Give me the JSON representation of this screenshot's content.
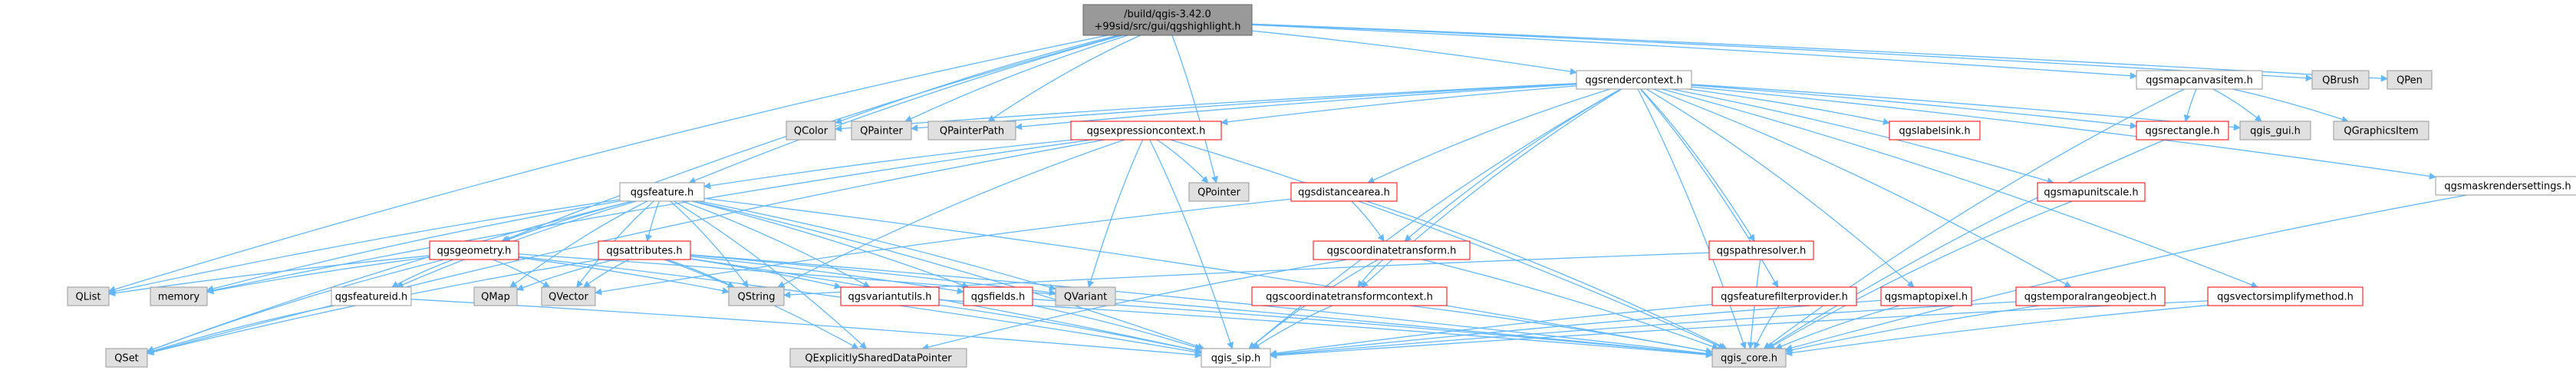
{
  "colors": {
    "node_fill_plain": "#ffffff",
    "node_stroke_plain": "#999999",
    "node_fill_root": "#999999",
    "node_stroke_root": "#666666",
    "node_fill_external": "#e0e0e0",
    "node_stroke_external": "#999999",
    "node_stroke_linked": "#ff0000",
    "edge": "#63b8ff",
    "text": "#000000"
  },
  "nodes": [
    {
      "id": "root",
      "kind": "root",
      "lines": [
        "/build/qgis-3.42.0",
        "+99sid/src/gui/qgshighlight.h"
      ]
    },
    {
      "id": "qgsrendercontext",
      "kind": "plain",
      "lines": [
        "qgsrendercontext.h"
      ]
    },
    {
      "id": "qgsmapcanvasitem",
      "kind": "plain",
      "lines": [
        "qgsmapcanvasitem.h"
      ]
    },
    {
      "id": "QBrush",
      "kind": "external",
      "lines": [
        "QBrush"
      ]
    },
    {
      "id": "QPen",
      "kind": "external",
      "lines": [
        "QPen"
      ]
    },
    {
      "id": "QColor",
      "kind": "external",
      "lines": [
        "QColor"
      ]
    },
    {
      "id": "QPainter",
      "kind": "external",
      "lines": [
        "QPainter"
      ]
    },
    {
      "id": "QPainterPath",
      "kind": "external",
      "lines": [
        "QPainterPath"
      ]
    },
    {
      "id": "qgsexpressioncontext",
      "kind": "linked",
      "lines": [
        "qgsexpressioncontext.h"
      ]
    },
    {
      "id": "qgslabelsink",
      "kind": "linked",
      "lines": [
        "qgslabelsink.h"
      ]
    },
    {
      "id": "qgsrectangle",
      "kind": "linked",
      "lines": [
        "qgsrectangle.h"
      ]
    },
    {
      "id": "qgis_gui",
      "kind": "external",
      "lines": [
        "qgis_gui.h"
      ]
    },
    {
      "id": "QGraphicsItem",
      "kind": "external",
      "lines": [
        "QGraphicsItem"
      ]
    },
    {
      "id": "qgsmaskrendersettings",
      "kind": "plain",
      "lines": [
        "qgsmaskrendersettings.h"
      ]
    },
    {
      "id": "qgsfeature",
      "kind": "plain",
      "lines": [
        "qgsfeature.h"
      ]
    },
    {
      "id": "QPointer",
      "kind": "external",
      "lines": [
        "QPointer"
      ]
    },
    {
      "id": "qgsdistancearea",
      "kind": "linked",
      "lines": [
        "qgsdistancearea.h"
      ]
    },
    {
      "id": "qgsmapunitscale",
      "kind": "linked",
      "lines": [
        "qgsmapunitscale.h"
      ]
    },
    {
      "id": "qgsgeometry",
      "kind": "linked",
      "lines": [
        "qgsgeometry.h"
      ]
    },
    {
      "id": "qgsattributes",
      "kind": "linked",
      "lines": [
        "qgsattributes.h"
      ]
    },
    {
      "id": "qgscoordinatetransform",
      "kind": "linked",
      "lines": [
        "qgscoordinatetransform.h"
      ]
    },
    {
      "id": "qgspathresolver",
      "kind": "linked",
      "lines": [
        "qgspathresolver.h"
      ]
    },
    {
      "id": "QList",
      "kind": "external",
      "lines": [
        "QList"
      ]
    },
    {
      "id": "memory",
      "kind": "external",
      "lines": [
        "memory"
      ]
    },
    {
      "id": "qgsfeatureid",
      "kind": "plain",
      "lines": [
        "qgsfeatureid.h"
      ]
    },
    {
      "id": "QMap",
      "kind": "external",
      "lines": [
        "QMap"
      ]
    },
    {
      "id": "QVector",
      "kind": "external",
      "lines": [
        "QVector"
      ]
    },
    {
      "id": "QString",
      "kind": "external",
      "lines": [
        "QString"
      ]
    },
    {
      "id": "qgsvariantutils",
      "kind": "linked",
      "lines": [
        "qgsvariantutils.h"
      ]
    },
    {
      "id": "qgsfields",
      "kind": "linked",
      "lines": [
        "qgsfields.h"
      ]
    },
    {
      "id": "QVariant",
      "kind": "external",
      "lines": [
        "QVariant"
      ]
    },
    {
      "id": "qgscoordinatetransformcontext",
      "kind": "linked",
      "lines": [
        "qgscoordinatetransformcontext.h"
      ]
    },
    {
      "id": "qgsfeaturefilterprovider",
      "kind": "linked",
      "lines": [
        "qgsfeaturefilterprovider.h"
      ]
    },
    {
      "id": "qgsmaptopixel",
      "kind": "linked",
      "lines": [
        "qgsmaptopixel.h"
      ]
    },
    {
      "id": "qgstemporalrangeobject",
      "kind": "linked",
      "lines": [
        "qgstemporalrangeobject.h"
      ]
    },
    {
      "id": "qgsvectorsimplifymethod",
      "kind": "linked",
      "lines": [
        "qgsvectorsimplifymethod.h"
      ]
    },
    {
      "id": "QSet",
      "kind": "external",
      "lines": [
        "QSet"
      ]
    },
    {
      "id": "QExplicitlySharedDataPointer",
      "kind": "external",
      "lines": [
        "QExplicitlySharedDataPointer"
      ]
    },
    {
      "id": "qgis_sip",
      "kind": "plain",
      "lines": [
        "qgis_sip.h"
      ]
    },
    {
      "id": "qgis_core",
      "kind": "external",
      "lines": [
        "qgis_core.h"
      ]
    }
  ],
  "edges": [
    [
      "root",
      "qgsrendercontext"
    ],
    [
      "root",
      "qgsmapcanvasitem"
    ],
    [
      "root",
      "QBrush"
    ],
    [
      "root",
      "QPen"
    ],
    [
      "root",
      "QColor"
    ],
    [
      "root",
      "QPainter"
    ],
    [
      "root",
      "QPainterPath"
    ],
    [
      "root",
      "QPointer"
    ],
    [
      "root",
      "qgsfeature"
    ],
    [
      "root",
      "qgsgeometry"
    ],
    [
      "root",
      "QList"
    ],
    [
      "qgsrendercontext",
      "QColor"
    ],
    [
      "qgsrendercontext",
      "QPainter"
    ],
    [
      "qgsrendercontext",
      "QPainterPath"
    ],
    [
      "qgsrendercontext",
      "qgsexpressioncontext"
    ],
    [
      "qgsrendercontext",
      "qgslabelsink"
    ],
    [
      "qgsrendercontext",
      "qgsrectangle"
    ],
    [
      "qgsrendercontext",
      "qgis_gui"
    ],
    [
      "qgsrendercontext",
      "qgsmaskrendersettings"
    ],
    [
      "qgsrendercontext",
      "qgsdistancearea"
    ],
    [
      "qgsrendercontext",
      "qgsmapunitscale"
    ],
    [
      "qgsrendercontext",
      "qgscoordinatetransform"
    ],
    [
      "qgsrendercontext",
      "qgspathresolver"
    ],
    [
      "qgsrendercontext",
      "qgscoordinatetransformcontext"
    ],
    [
      "qgsrendercontext",
      "qgsfeaturefilterprovider"
    ],
    [
      "qgsrendercontext",
      "qgsmaptopixel"
    ],
    [
      "qgsrendercontext",
      "qgstemporalrangeobject"
    ],
    [
      "qgsrendercontext",
      "qgsvectorsimplifymethod"
    ],
    [
      "qgsrendercontext",
      "qgis_sip"
    ],
    [
      "qgsrendercontext",
      "qgis_core"
    ],
    [
      "qgsmapcanvasitem",
      "qgsrectangle"
    ],
    [
      "qgsmapcanvasitem",
      "qgis_gui"
    ],
    [
      "qgsmapcanvasitem",
      "QGraphicsItem"
    ],
    [
      "qgsexpressioncontext",
      "qgsfeature"
    ],
    [
      "qgsexpressioncontext",
      "QPointer"
    ],
    [
      "qgsexpressioncontext",
      "QVariant"
    ],
    [
      "qgsexpressioncontext",
      "QString"
    ],
    [
      "qgsexpressioncontext",
      "qgis_sip"
    ],
    [
      "qgsexpressioncontext",
      "qgis_core"
    ],
    [
      "qgsexpressioncontext",
      "memory"
    ],
    [
      "qgsexpressioncontext",
      "QSet"
    ],
    [
      "qgsmaskrendersettings",
      "qgis_core"
    ],
    [
      "qgsrectangle",
      "qgis_core"
    ],
    [
      "qgsmapunitscale",
      "qgis_core"
    ],
    [
      "qgsfeature",
      "qgsgeometry"
    ],
    [
      "qgsfeature",
      "qgsattributes"
    ],
    [
      "qgsfeature",
      "qgsfeatureid"
    ],
    [
      "qgsfeature",
      "QList"
    ],
    [
      "qgsfeature",
      "memory"
    ],
    [
      "qgsfeature",
      "QMap"
    ],
    [
      "qgsfeature",
      "QVector"
    ],
    [
      "qgsfeature",
      "QString"
    ],
    [
      "qgsfeature",
      "qgsvariantutils"
    ],
    [
      "qgsfeature",
      "qgsfields"
    ],
    [
      "qgsfeature",
      "QVariant"
    ],
    [
      "qgsfeature",
      "QSet"
    ],
    [
      "qgsfeature",
      "QExplicitlySharedDataPointer"
    ],
    [
      "qgsfeature",
      "qgis_sip"
    ],
    [
      "qgsfeature",
      "qgis_core"
    ],
    [
      "qgsdistancearea",
      "qgscoordinatetransform"
    ],
    [
      "qgsdistancearea",
      "QVector"
    ],
    [
      "qgsdistancearea",
      "qgis_core"
    ],
    [
      "qgsgeometry",
      "QList"
    ],
    [
      "qgsgeometry",
      "memory"
    ],
    [
      "qgsgeometry",
      "QVector"
    ],
    [
      "qgsgeometry",
      "QString"
    ],
    [
      "qgsgeometry",
      "qgsfeatureid"
    ],
    [
      "qgsgeometry",
      "QSet"
    ],
    [
      "qgsgeometry",
      "qgis_sip"
    ],
    [
      "qgsgeometry",
      "qgis_core"
    ],
    [
      "qgsattributes",
      "QMap"
    ],
    [
      "qgsattributes",
      "QVector"
    ],
    [
      "qgsattributes",
      "QString"
    ],
    [
      "qgsattributes",
      "QVariant"
    ],
    [
      "qgsattributes",
      "qgsvariantutils"
    ],
    [
      "qgsattributes",
      "qgsfields"
    ],
    [
      "qgsattributes",
      "QSet"
    ],
    [
      "qgsattributes",
      "QExplicitlySharedDataPointer"
    ],
    [
      "qgsattributes",
      "qgis_sip"
    ],
    [
      "qgsattributes",
      "qgis_core"
    ],
    [
      "qgscoordinatetransform",
      "qgscoordinatetransformcontext"
    ],
    [
      "qgscoordinatetransform",
      "qgis_sip"
    ],
    [
      "qgscoordinatetransform",
      "qgis_core"
    ],
    [
      "qgscoordinatetransform",
      "QExplicitlySharedDataPointer"
    ],
    [
      "qgspathresolver",
      "QString"
    ],
    [
      "qgspathresolver",
      "qgis_core"
    ],
    [
      "qgsfeatureid",
      "QSet"
    ],
    [
      "qgsfeatureid",
      "qgis_sip"
    ],
    [
      "qgsvariantutils",
      "qgis_sip"
    ],
    [
      "qgsvariantutils",
      "qgis_core"
    ],
    [
      "qgsfields",
      "qgis_sip"
    ],
    [
      "qgsfields",
      "qgis_core"
    ],
    [
      "qgscoordinatetransformcontext",
      "qgis_sip"
    ],
    [
      "qgscoordinatetransformcontext",
      "qgis_core"
    ],
    [
      "qgsfeaturefilterprovider",
      "qgis_sip"
    ],
    [
      "qgsfeaturefilterprovider",
      "qgis_core"
    ],
    [
      "qgsmaptopixel",
      "qgis_sip"
    ],
    [
      "qgsmaptopixel",
      "qgis_core"
    ],
    [
      "qgstemporalrangeobject",
      "qgis_sip"
    ],
    [
      "qgstemporalrangeobject",
      "qgis_core"
    ],
    [
      "qgsvectorsimplifymethod",
      "qgis_sip"
    ],
    [
      "qgsvectorsimplifymethod",
      "qgis_core"
    ],
    [
      "qgsmapcanvasitem",
      "qgis_core"
    ]
  ]
}
